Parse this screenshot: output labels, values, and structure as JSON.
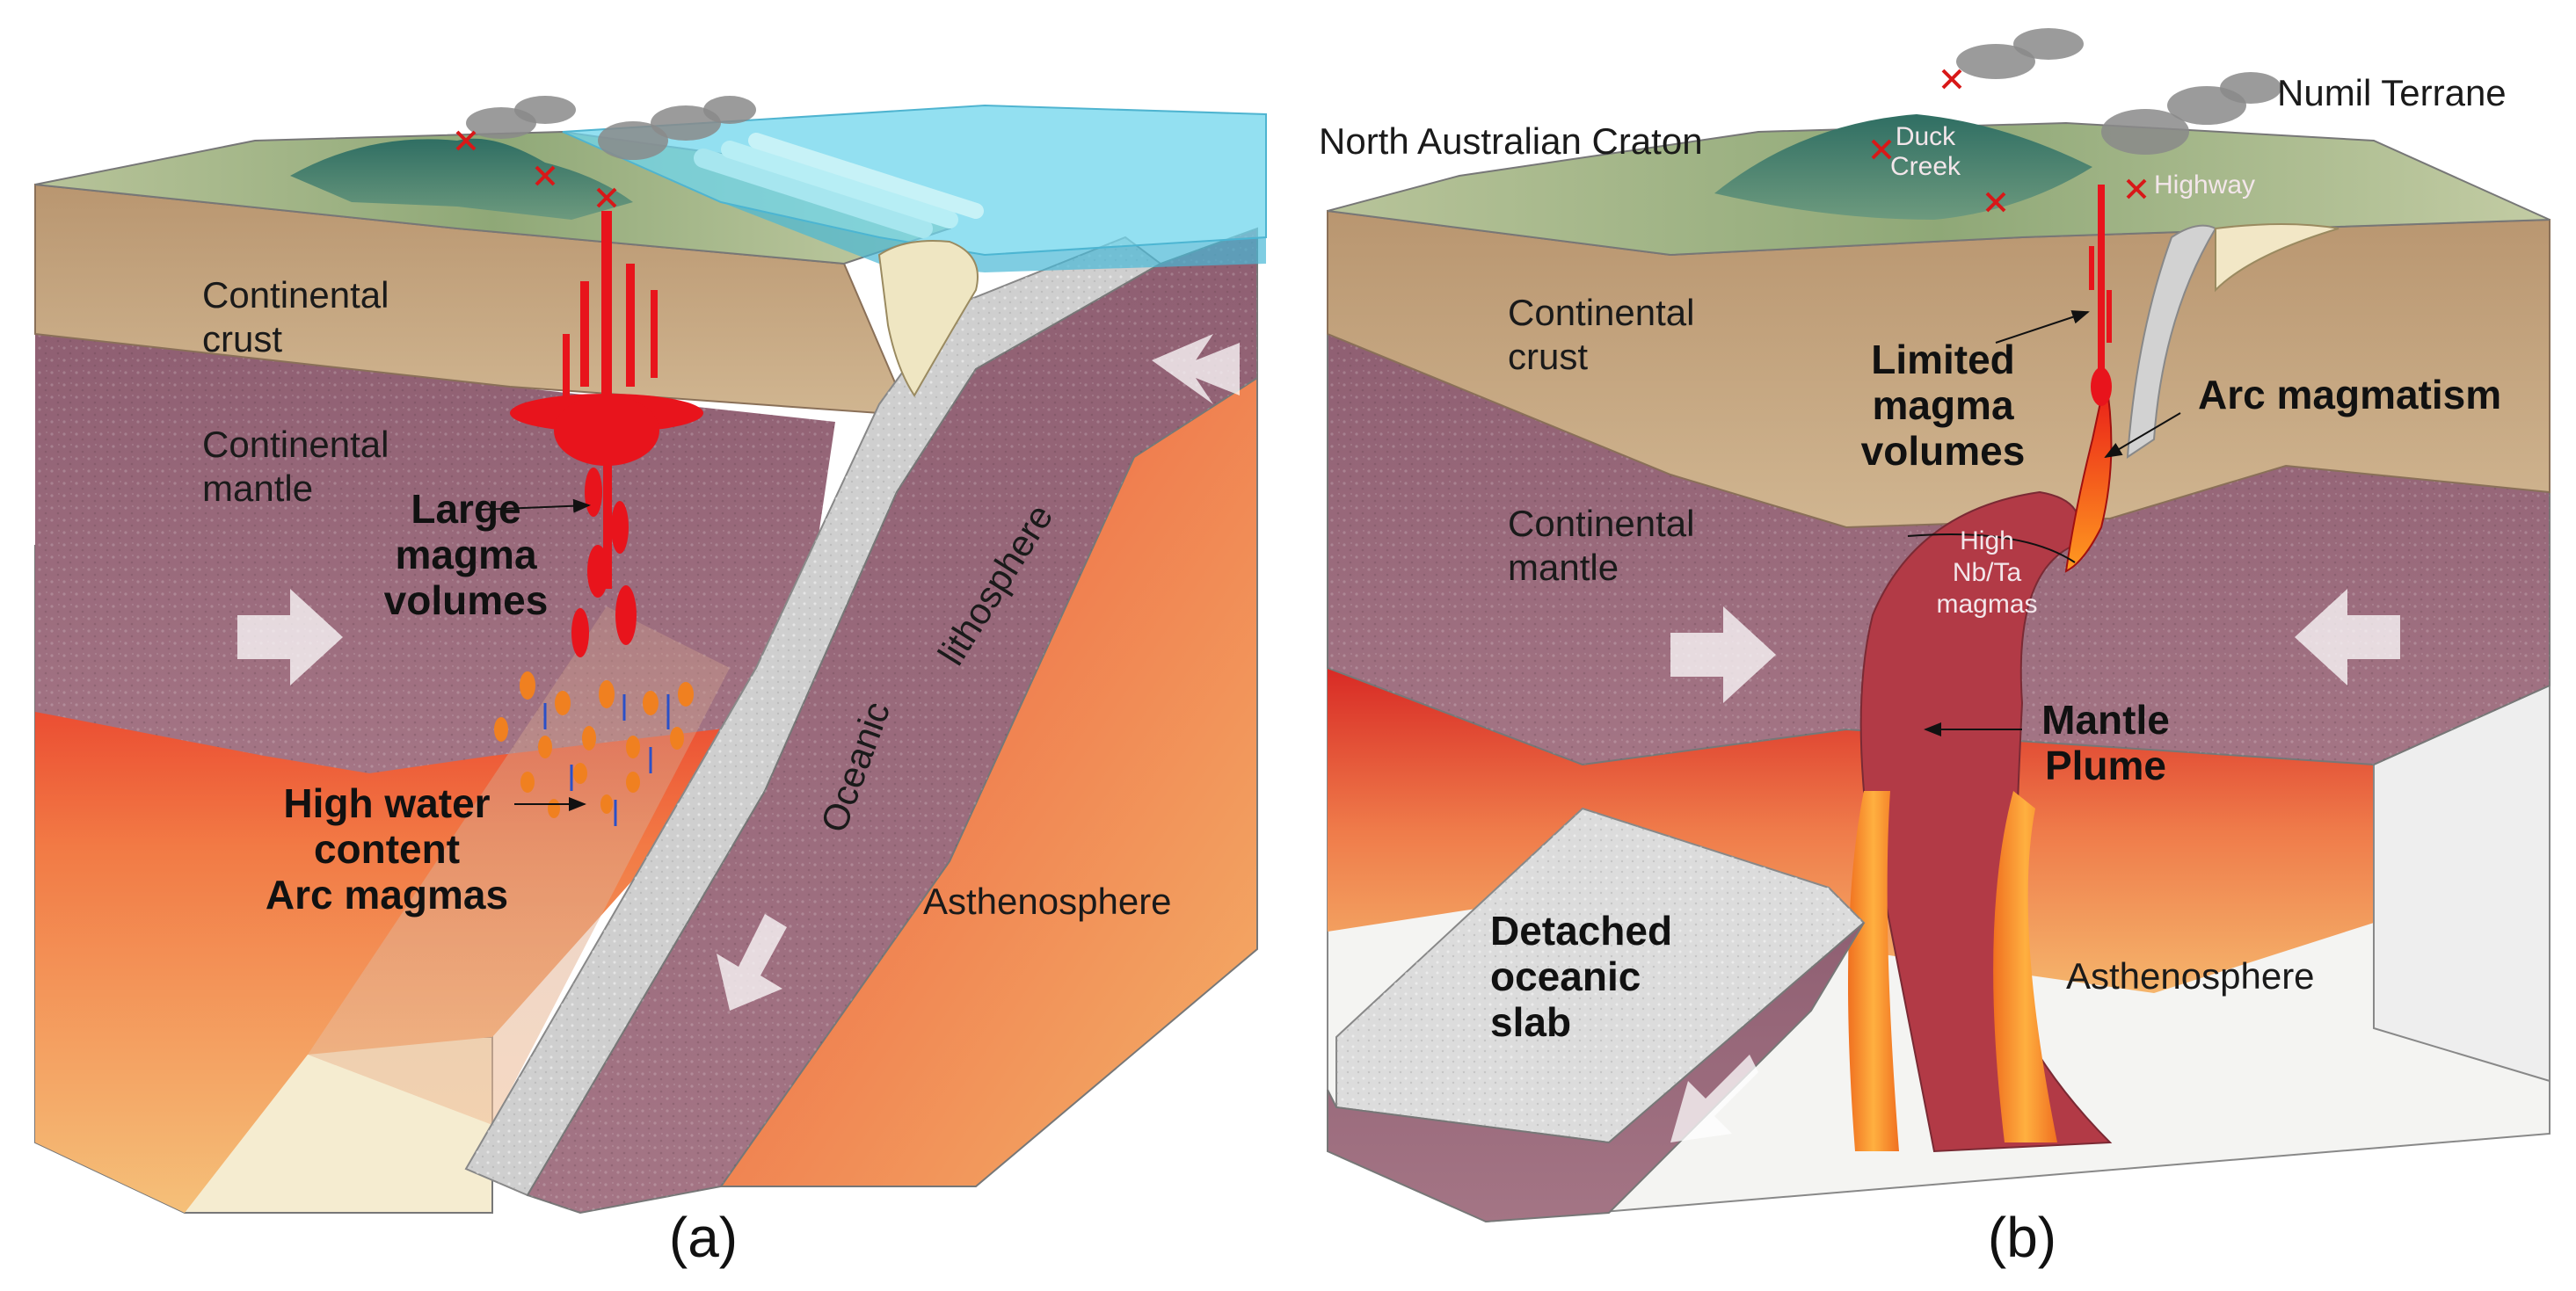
{
  "panel_a": {
    "continental_crust": [
      "Continental",
      "crust"
    ],
    "continental_mantle": [
      "Continental",
      "mantle"
    ],
    "large_magma": [
      "Large",
      "magma",
      "volumes"
    ],
    "high_water": [
      "High water",
      "content",
      "Arc magmas"
    ],
    "oceanic": "Oceanic",
    "lithosphere": "lithosphere",
    "asthenosphere": "Asthenosphere",
    "caption": "(a)"
  },
  "panel_b": {
    "craton": "North Australian Craton",
    "terrane": "Numil Terrane",
    "duck_creek": [
      "Duck",
      "Creek"
    ],
    "highway": "Highway",
    "continental_crust": [
      "Continental",
      "crust"
    ],
    "continental_mantle": [
      "Continental",
      "mantle"
    ],
    "limited_magma": [
      "Limited",
      "magma",
      "volumes"
    ],
    "arc_magmatism": "Arc magmatism",
    "nbta": [
      "High",
      "Nb/Ta",
      "magmas"
    ],
    "mantle_plume": [
      "Mantle",
      "Plume"
    ],
    "detached_slab": [
      "Detached",
      "oceanic",
      "slab"
    ],
    "asthenosphere": "Asthenosphere",
    "caption": "(b)"
  },
  "colors": {
    "crust": "#c9ab86",
    "mantle": "#9a6b7d",
    "asthenosphere": "#f2b05e",
    "magma": "#e8141c",
    "plume": "#b03a45",
    "slab": "#d9d9d9",
    "ocean": "#5fd0e8"
  }
}
